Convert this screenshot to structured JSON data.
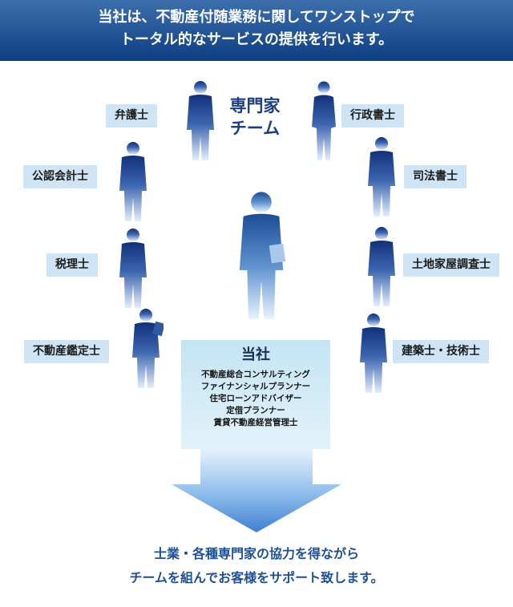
{
  "banner": {
    "line1": "当社は、不動産付随業務に関してワンストップで",
    "line2": "トータル的なサービスの提供を行います。"
  },
  "team": {
    "title_line1": "専門家",
    "title_line2": "チーム"
  },
  "experts": {
    "lawyer": "弁護士",
    "administrative_scrivener": "行政書士",
    "cpa": "公認会計士",
    "judicial_scrivener": "司法書士",
    "tax_accountant": "税理士",
    "land_surveyor": "土地家屋調査士",
    "real_estate_appraiser": "不動産鑑定士",
    "architect_engineer": "建築士・技術士"
  },
  "company": {
    "title": "当社",
    "qualifications": [
      "不動産総合コンサルティング",
      "ファイナンシャルプランナー",
      "住宅ローンアドバイザー",
      "定借プランナー",
      "賃貸不動産経営管理士"
    ]
  },
  "footer": {
    "line1": "士業・各種専門家の協力を得ながら",
    "line2": "チームを組んでお客様をサポート致します。"
  },
  "colors": {
    "banner_top": "#3d6fad",
    "banner_bottom": "#0d3e82",
    "label_bg": "#cfe5f6",
    "accent_text": "#1f4f94"
  }
}
